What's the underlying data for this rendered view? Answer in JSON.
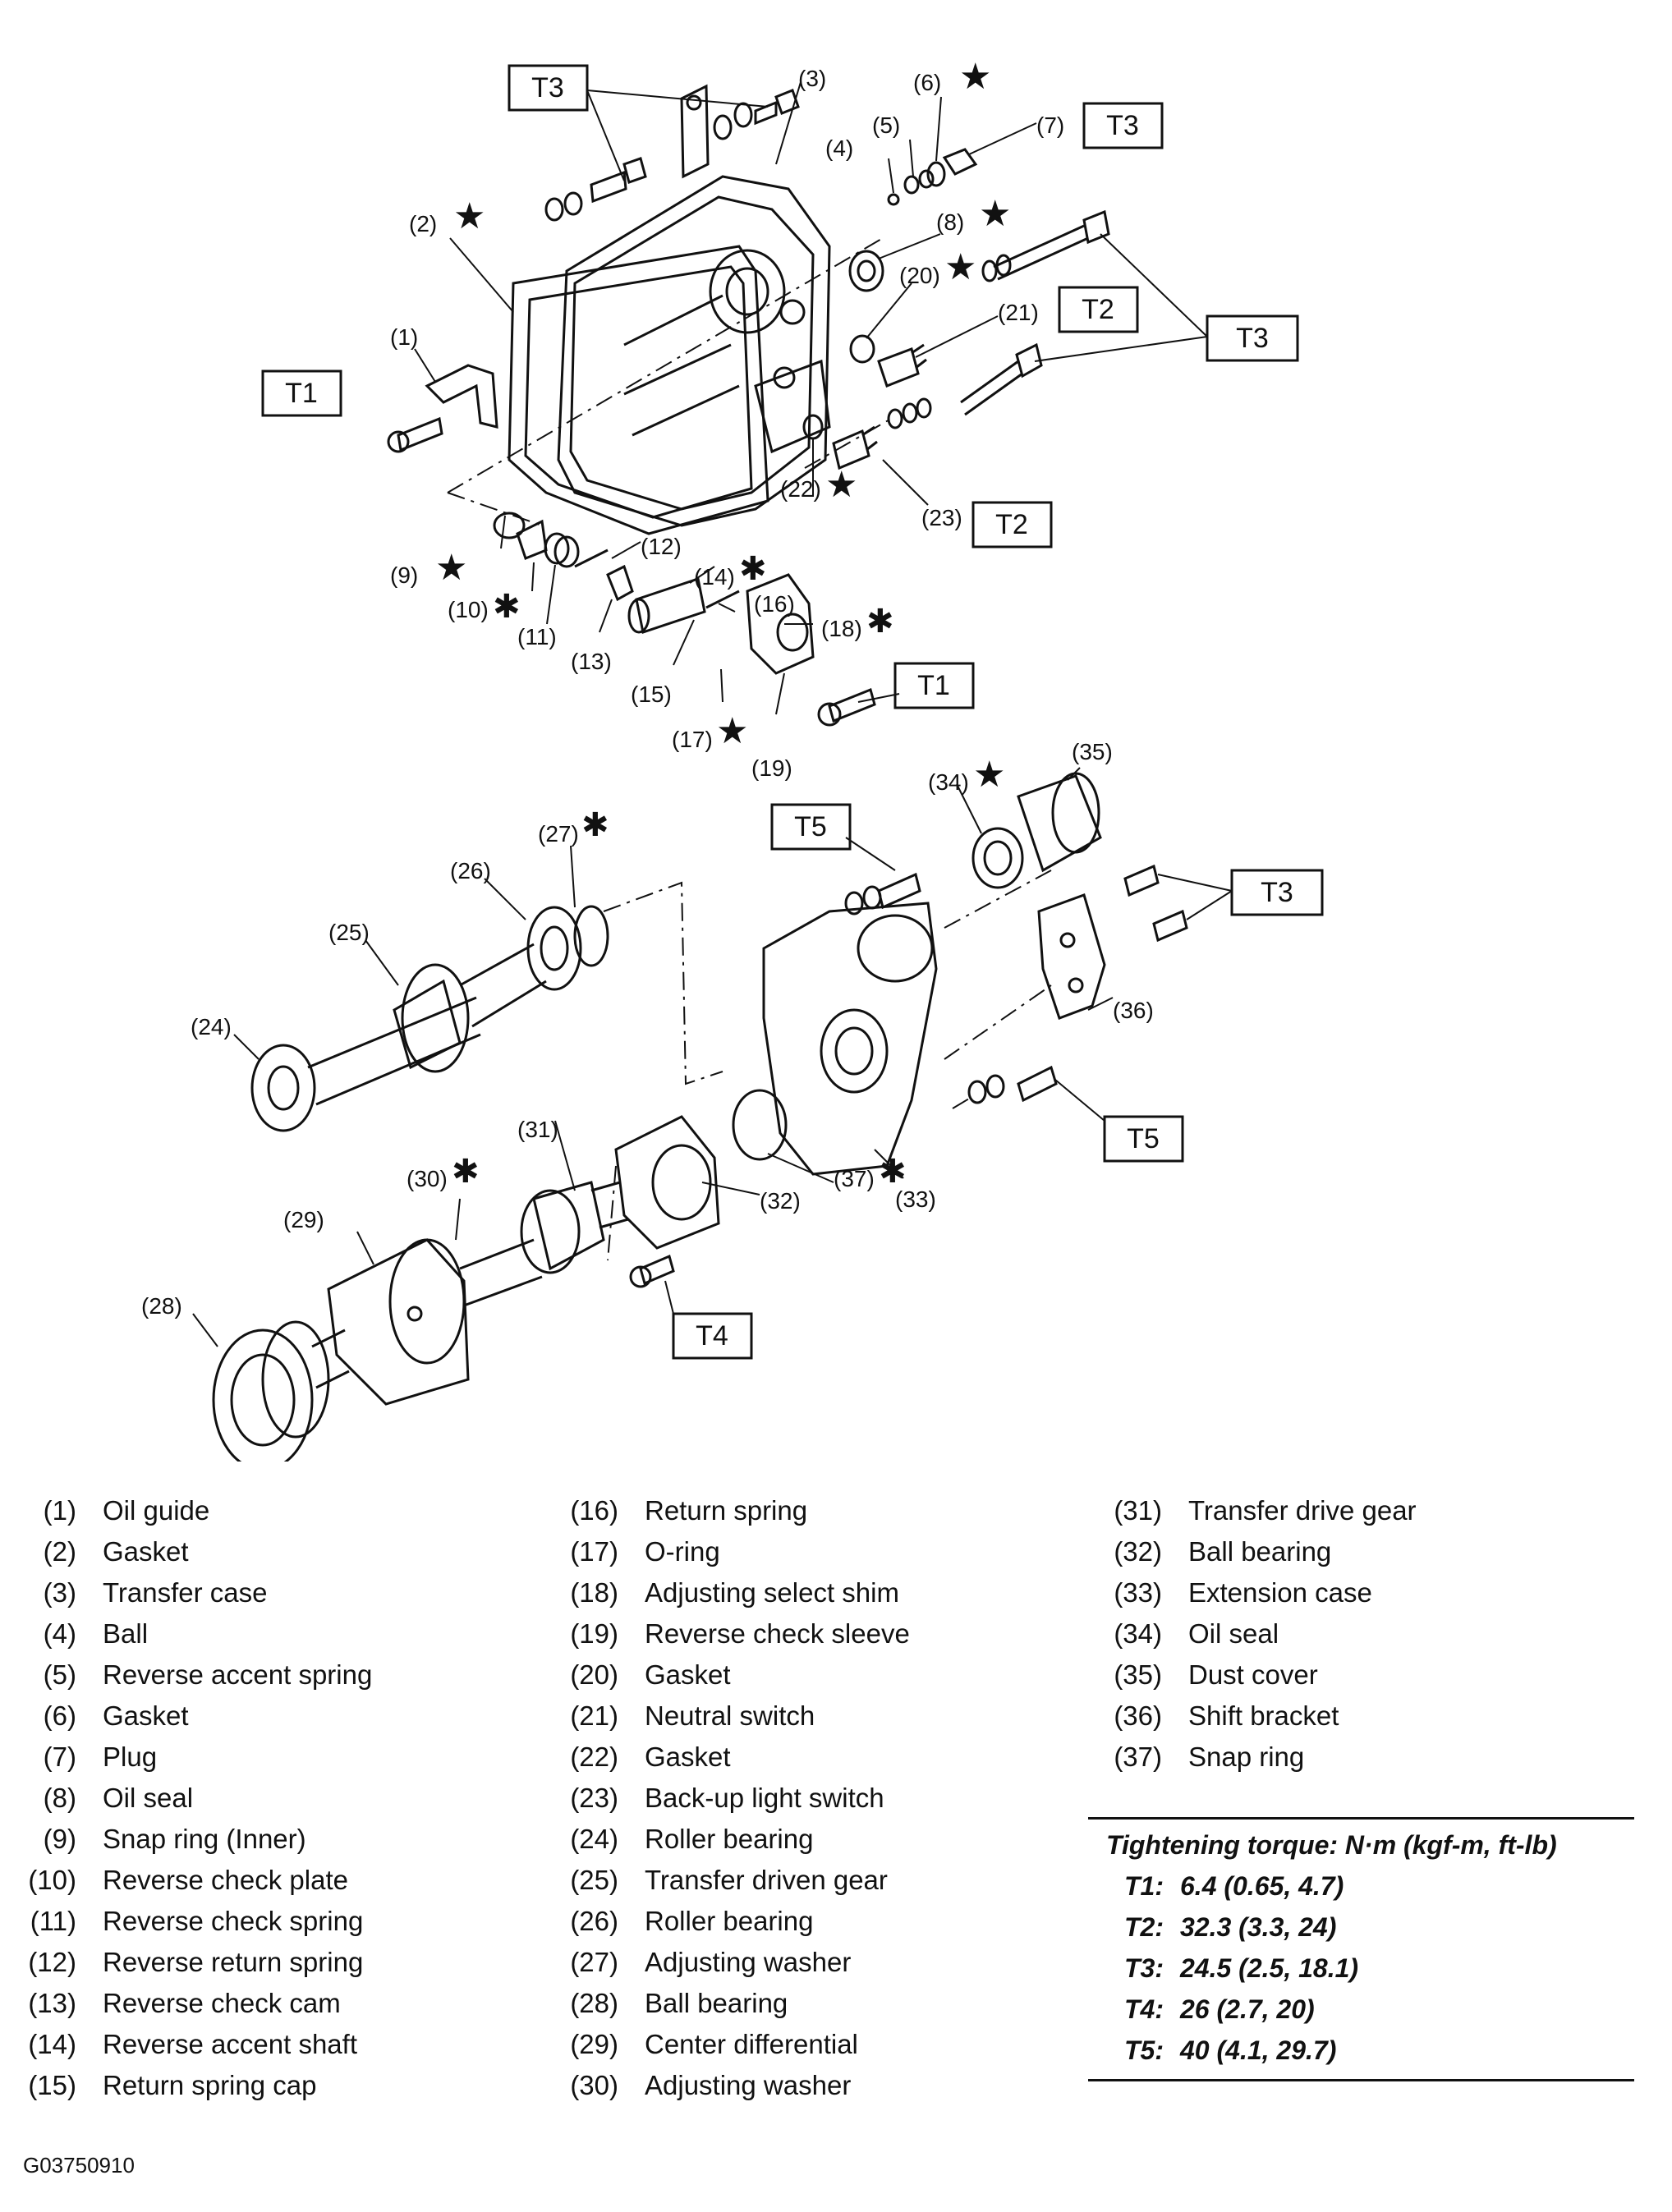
{
  "callouts": {
    "c1": "(1)",
    "c2": "(2)",
    "c3": "(3)",
    "c4": "(4)",
    "c5": "(5)",
    "c6": "(6)",
    "c7": "(7)",
    "c8": "(8)",
    "c9": "(9)",
    "c10": "(10)",
    "c11": "(11)",
    "c12": "(12)",
    "c13": "(13)",
    "c14": "(14)",
    "c15": "(15)",
    "c16": "(16)",
    "c17": "(17)",
    "c18": "(18)",
    "c19": "(19)",
    "c20": "(20)",
    "c21": "(21)",
    "c22": "(22)",
    "c23": "(23)",
    "c24": "(24)",
    "c25": "(25)",
    "c26": "(26)",
    "c27": "(27)",
    "c28": "(28)",
    "c29": "(29)",
    "c30": "(30)",
    "c31": "(31)",
    "c32": "(32)",
    "c33": "(33)",
    "c34": "(34)",
    "c35": "(35)",
    "c36": "(36)",
    "c37": "(37)"
  },
  "torque_labels": {
    "t1": "T1",
    "t2": "T2",
    "t3": "T3",
    "t4": "T4",
    "t5": "T5"
  },
  "symbols": {
    "star": "★",
    "asterisk": "✱"
  },
  "legend": {
    "col1": [
      {
        "num": "(1)",
        "name": "Oil guide"
      },
      {
        "num": "(2)",
        "name": "Gasket"
      },
      {
        "num": "(3)",
        "name": "Transfer case"
      },
      {
        "num": "(4)",
        "name": "Ball"
      },
      {
        "num": "(5)",
        "name": "Reverse accent spring"
      },
      {
        "num": "(6)",
        "name": "Gasket"
      },
      {
        "num": "(7)",
        "name": "Plug"
      },
      {
        "num": "(8)",
        "name": "Oil seal"
      },
      {
        "num": "(9)",
        "name": "Snap ring (Inner)"
      },
      {
        "num": "(10)",
        "name": "Reverse check plate"
      },
      {
        "num": "(11)",
        "name": "Reverse check spring"
      },
      {
        "num": "(12)",
        "name": "Reverse return spring"
      },
      {
        "num": "(13)",
        "name": "Reverse check cam"
      },
      {
        "num": "(14)",
        "name": "Reverse accent shaft"
      },
      {
        "num": "(15)",
        "name": "Return spring cap"
      }
    ],
    "col2": [
      {
        "num": "(16)",
        "name": "Return spring"
      },
      {
        "num": "(17)",
        "name": "O-ring"
      },
      {
        "num": "(18)",
        "name": "Adjusting select shim"
      },
      {
        "num": "(19)",
        "name": "Reverse check sleeve"
      },
      {
        "num": "(20)",
        "name": "Gasket"
      },
      {
        "num": "(21)",
        "name": "Neutral switch"
      },
      {
        "num": "(22)",
        "name": "Gasket"
      },
      {
        "num": "(23)",
        "name": "Back-up light switch"
      },
      {
        "num": "(24)",
        "name": "Roller bearing"
      },
      {
        "num": "(25)",
        "name": "Transfer driven gear"
      },
      {
        "num": "(26)",
        "name": "Roller bearing"
      },
      {
        "num": "(27)",
        "name": "Adjusting washer"
      },
      {
        "num": "(28)",
        "name": "Ball bearing"
      },
      {
        "num": "(29)",
        "name": "Center differential"
      },
      {
        "num": "(30)",
        "name": "Adjusting washer"
      }
    ],
    "col3": [
      {
        "num": "(31)",
        "name": "Transfer drive gear"
      },
      {
        "num": "(32)",
        "name": "Ball bearing"
      },
      {
        "num": "(33)",
        "name": "Extension case"
      },
      {
        "num": "(34)",
        "name": "Oil seal"
      },
      {
        "num": "(35)",
        "name": "Dust cover"
      },
      {
        "num": "(36)",
        "name": "Shift bracket"
      },
      {
        "num": "(37)",
        "name": "Snap ring"
      }
    ]
  },
  "torque": {
    "heading": "Tightening torque: N·m (kgf-m, ft-lb)",
    "rows": [
      {
        "label": "T1:",
        "value": "6.4 (0.65, 4.7)"
      },
      {
        "label": "T2:",
        "value": "32.3 (3.3, 24)"
      },
      {
        "label": "T3:",
        "value": "24.5 (2.5, 18.1)"
      },
      {
        "label": "T4:",
        "value": "26 (2.7, 20)"
      },
      {
        "label": "T5:",
        "value": "40 (4.1, 29.7)"
      }
    ]
  },
  "figure_code": "G03750910"
}
